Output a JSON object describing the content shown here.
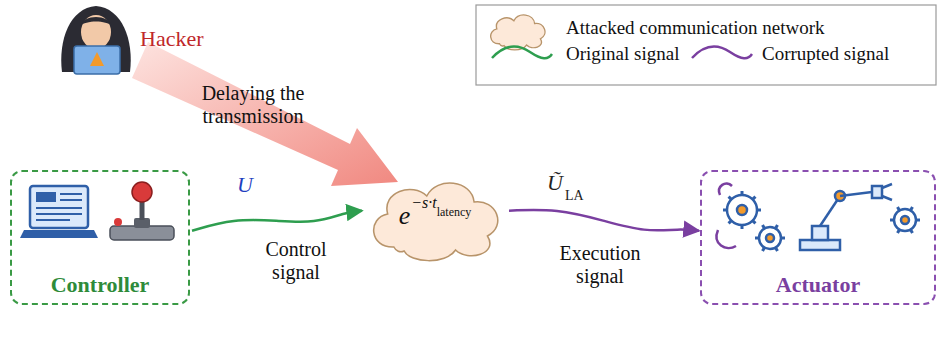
{
  "diagram": {
    "nodes": [
      {
        "text": [
          "Controller"
        ]
      },
      {
        "text": [
          "e",
          "−s·t",
          "latency"
        ]
      },
      {
        "text": [
          "Actuator"
        ]
      }
    ],
    "edges": [
      {
        "from": 0,
        "to": 1,
        "arrow": "to"
      },
      {
        "from": 1,
        "to": 2,
        "arrow": "to"
      }
    ],
    "labels": [
      "Hacker",
      "Delaying the transmission",
      "U",
      "Control signal",
      "Ũ",
      "LA",
      "Execution signal"
    ],
    "legend": [
      {
        "text": "Attacked communication network"
      },
      {
        "text": "Original signal"
      },
      {
        "text": "Corrupted signal"
      }
    ]
  }
}
